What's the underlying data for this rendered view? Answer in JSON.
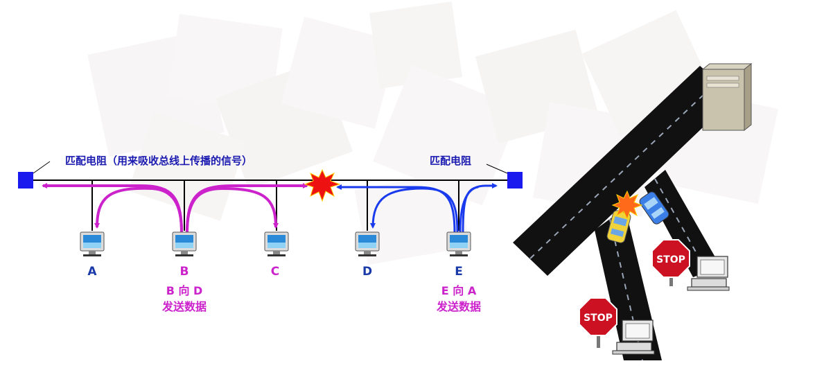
{
  "bus": {
    "left_label": "匹配电阻（用来吸收总线上传播的信号）",
    "right_label": "匹配电阻",
    "stations": [
      {
        "label": "A",
        "color": "#1a3aa8"
      },
      {
        "label": "B",
        "color": "#cc22cc"
      },
      {
        "label": "C",
        "color": "#cc22cc"
      },
      {
        "label": "D",
        "color": "#1a3aa8"
      },
      {
        "label": "E",
        "color": "#1a3aa8"
      }
    ],
    "caption_b": {
      "line1": "B 向 D",
      "line2": "发送数据"
    },
    "caption_e": {
      "line1": "E 向 A",
      "line2": "发送数据"
    }
  },
  "road": {
    "sign_1": "STOP",
    "sign_2": "STOP"
  },
  "colors": {
    "terminator": "#1a1aee",
    "bus_line": "#000000",
    "signal_from_b": "#cc22cc",
    "signal_from_e": "#1a3aee",
    "label_blue": "#1a1ab0",
    "collision": "#ee1111",
    "road": "#111111",
    "stop_sign": "#cc1122"
  },
  "icons": [
    "terminator-icon",
    "computer-icon",
    "collision-burst-icon",
    "server-icon",
    "car-icon",
    "stop-sign-icon"
  ]
}
